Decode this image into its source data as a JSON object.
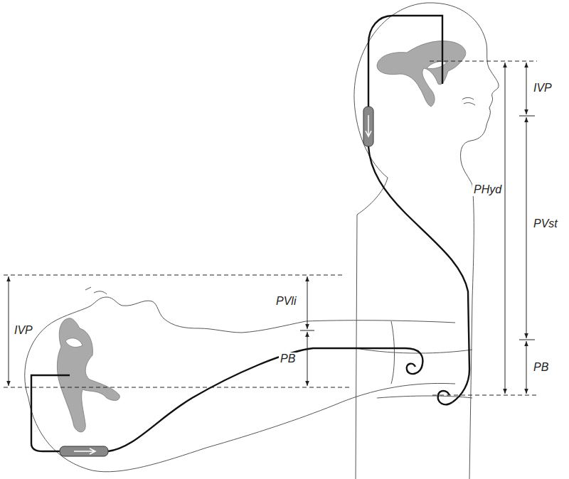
{
  "diagram": {
    "labels": [
      "IVP",
      "PHyd",
      "PVst",
      "PB",
      "IVP",
      "PVli",
      "PB"
    ]
  }
}
